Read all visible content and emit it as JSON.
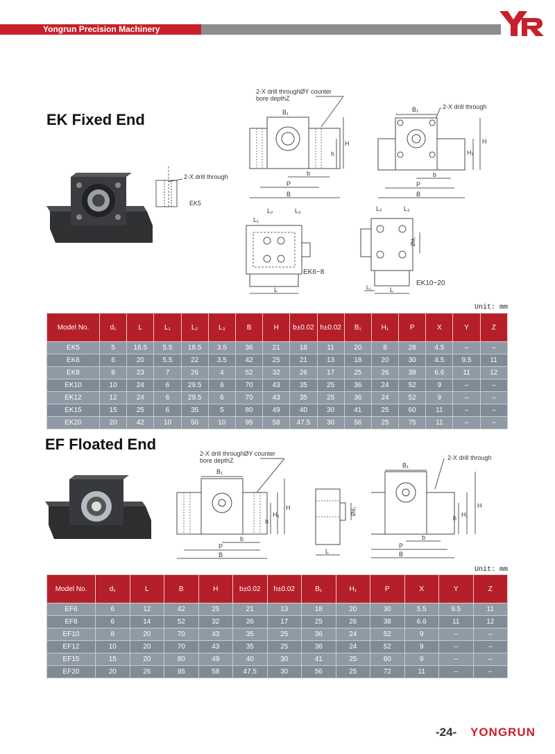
{
  "header": {
    "company": "Yongrun Precision Machinery",
    "logo_letters": "YR"
  },
  "ek": {
    "title": "EK Fixed End",
    "unit": "Unit: mm",
    "diagram_labels": {
      "note1": "2-X drill throughØY counter",
      "note1b": "bore depthZ",
      "note2": "2-X drill through",
      "note3": "2-X drill through",
      "ek5": "EK5",
      "ek68": "EK6~8",
      "ek1020": "EK10~20",
      "B1": "B₁",
      "H": "H",
      "H1": "H₁",
      "h": "h",
      "b": "b",
      "P": "P",
      "B": "B",
      "L": "L",
      "L1": "L₁",
      "L2": "L₂",
      "L3": "L₃",
      "d1": "Ød₁"
    },
    "columns": [
      "Model No.",
      "d₁",
      "L",
      "L₁",
      "L₂",
      "L₃",
      "B",
      "H",
      "b±0.02",
      "h±0.02",
      "B₁",
      "H₁",
      "P",
      "X",
      "Y",
      "Z"
    ],
    "rows": [
      [
        "EK5",
        "5",
        "16.5",
        "5.5",
        "18.5",
        "3.5",
        "36",
        "21",
        "18",
        "11",
        "20",
        "8",
        "28",
        "4.5",
        "–",
        "–"
      ],
      [
        "EK6",
        "6",
        "20",
        "5.5",
        "22",
        "3.5",
        "42",
        "25",
        "21",
        "13",
        "18",
        "20",
        "30",
        "4.5",
        "9.5",
        "11"
      ],
      [
        "EK8",
        "8",
        "23",
        "7",
        "26",
        "4",
        "52",
        "32",
        "26",
        "17",
        "25",
        "26",
        "38",
        "6.6",
        "11",
        "12"
      ],
      [
        "EK10",
        "10",
        "24",
        "6",
        "29.5",
        "6",
        "70",
        "43",
        "35",
        "25",
        "36",
        "24",
        "52",
        "9",
        "–",
        "–"
      ],
      [
        "EK12",
        "12",
        "24",
        "6",
        "29.5",
        "6",
        "70",
        "43",
        "35",
        "25",
        "36",
        "24",
        "52",
        "9",
        "–",
        "–"
      ],
      [
        "EK15",
        "15",
        "25",
        "6",
        "35",
        "5",
        "80",
        "49",
        "40",
        "30",
        "41",
        "25",
        "60",
        "11",
        "–",
        "–"
      ],
      [
        "EK20",
        "20",
        "42",
        "10",
        "50",
        "10",
        "95",
        "58",
        "47.5",
        "30",
        "56",
        "25",
        "75",
        "11",
        "–",
        "–"
      ]
    ]
  },
  "ef": {
    "title": "EF Floated End",
    "unit": "Unit: mm",
    "diagram_labels": {
      "note1": "2-X drill throughØY counter",
      "note1b": "bore depthZ",
      "note2": "2-X drill through",
      "B1": "B₁",
      "H": "H",
      "H1": "H₁",
      "h": "h",
      "b": "b",
      "P": "P",
      "B": "B",
      "L": "L",
      "d1": "Ød₁"
    },
    "columns": [
      "Model No.",
      "d₁",
      "L",
      "B",
      "H",
      "b±0.02",
      "h±0.02",
      "B₁",
      "H₁",
      "P",
      "X",
      "Y",
      "Z"
    ],
    "rows": [
      [
        "EF6",
        "6",
        "12",
        "42",
        "25",
        "21",
        "13",
        "18",
        "20",
        "30",
        "5.5",
        "9.5",
        "11"
      ],
      [
        "EF8",
        "6",
        "14",
        "52",
        "32",
        "26",
        "17",
        "25",
        "26",
        "38",
        "6.6",
        "11",
        "12"
      ],
      [
        "EF10",
        "8",
        "20",
        "70",
        "43",
        "35",
        "25",
        "36",
        "24",
        "52",
        "9",
        "–",
        "–"
      ],
      [
        "EF12",
        "10",
        "20",
        "70",
        "43",
        "35",
        "25",
        "36",
        "24",
        "52",
        "9",
        "–",
        "–"
      ],
      [
        "EF15",
        "15",
        "20",
        "80",
        "49",
        "40",
        "30",
        "41",
        "25",
        "60",
        "9",
        "–",
        "–"
      ],
      [
        "EF20",
        "20",
        "26",
        "95",
        "58",
        "47.5",
        "30",
        "56",
        "25",
        "72",
        "11",
        "–",
        "–"
      ]
    ]
  },
  "footer": {
    "page": "-24-",
    "brand": "YONGRUN"
  },
  "colors": {
    "brand_red": "#c8202a",
    "header_gray": "#8c8c8c",
    "table_header": "#b51f2a",
    "table_row": "#8f9aa5"
  }
}
